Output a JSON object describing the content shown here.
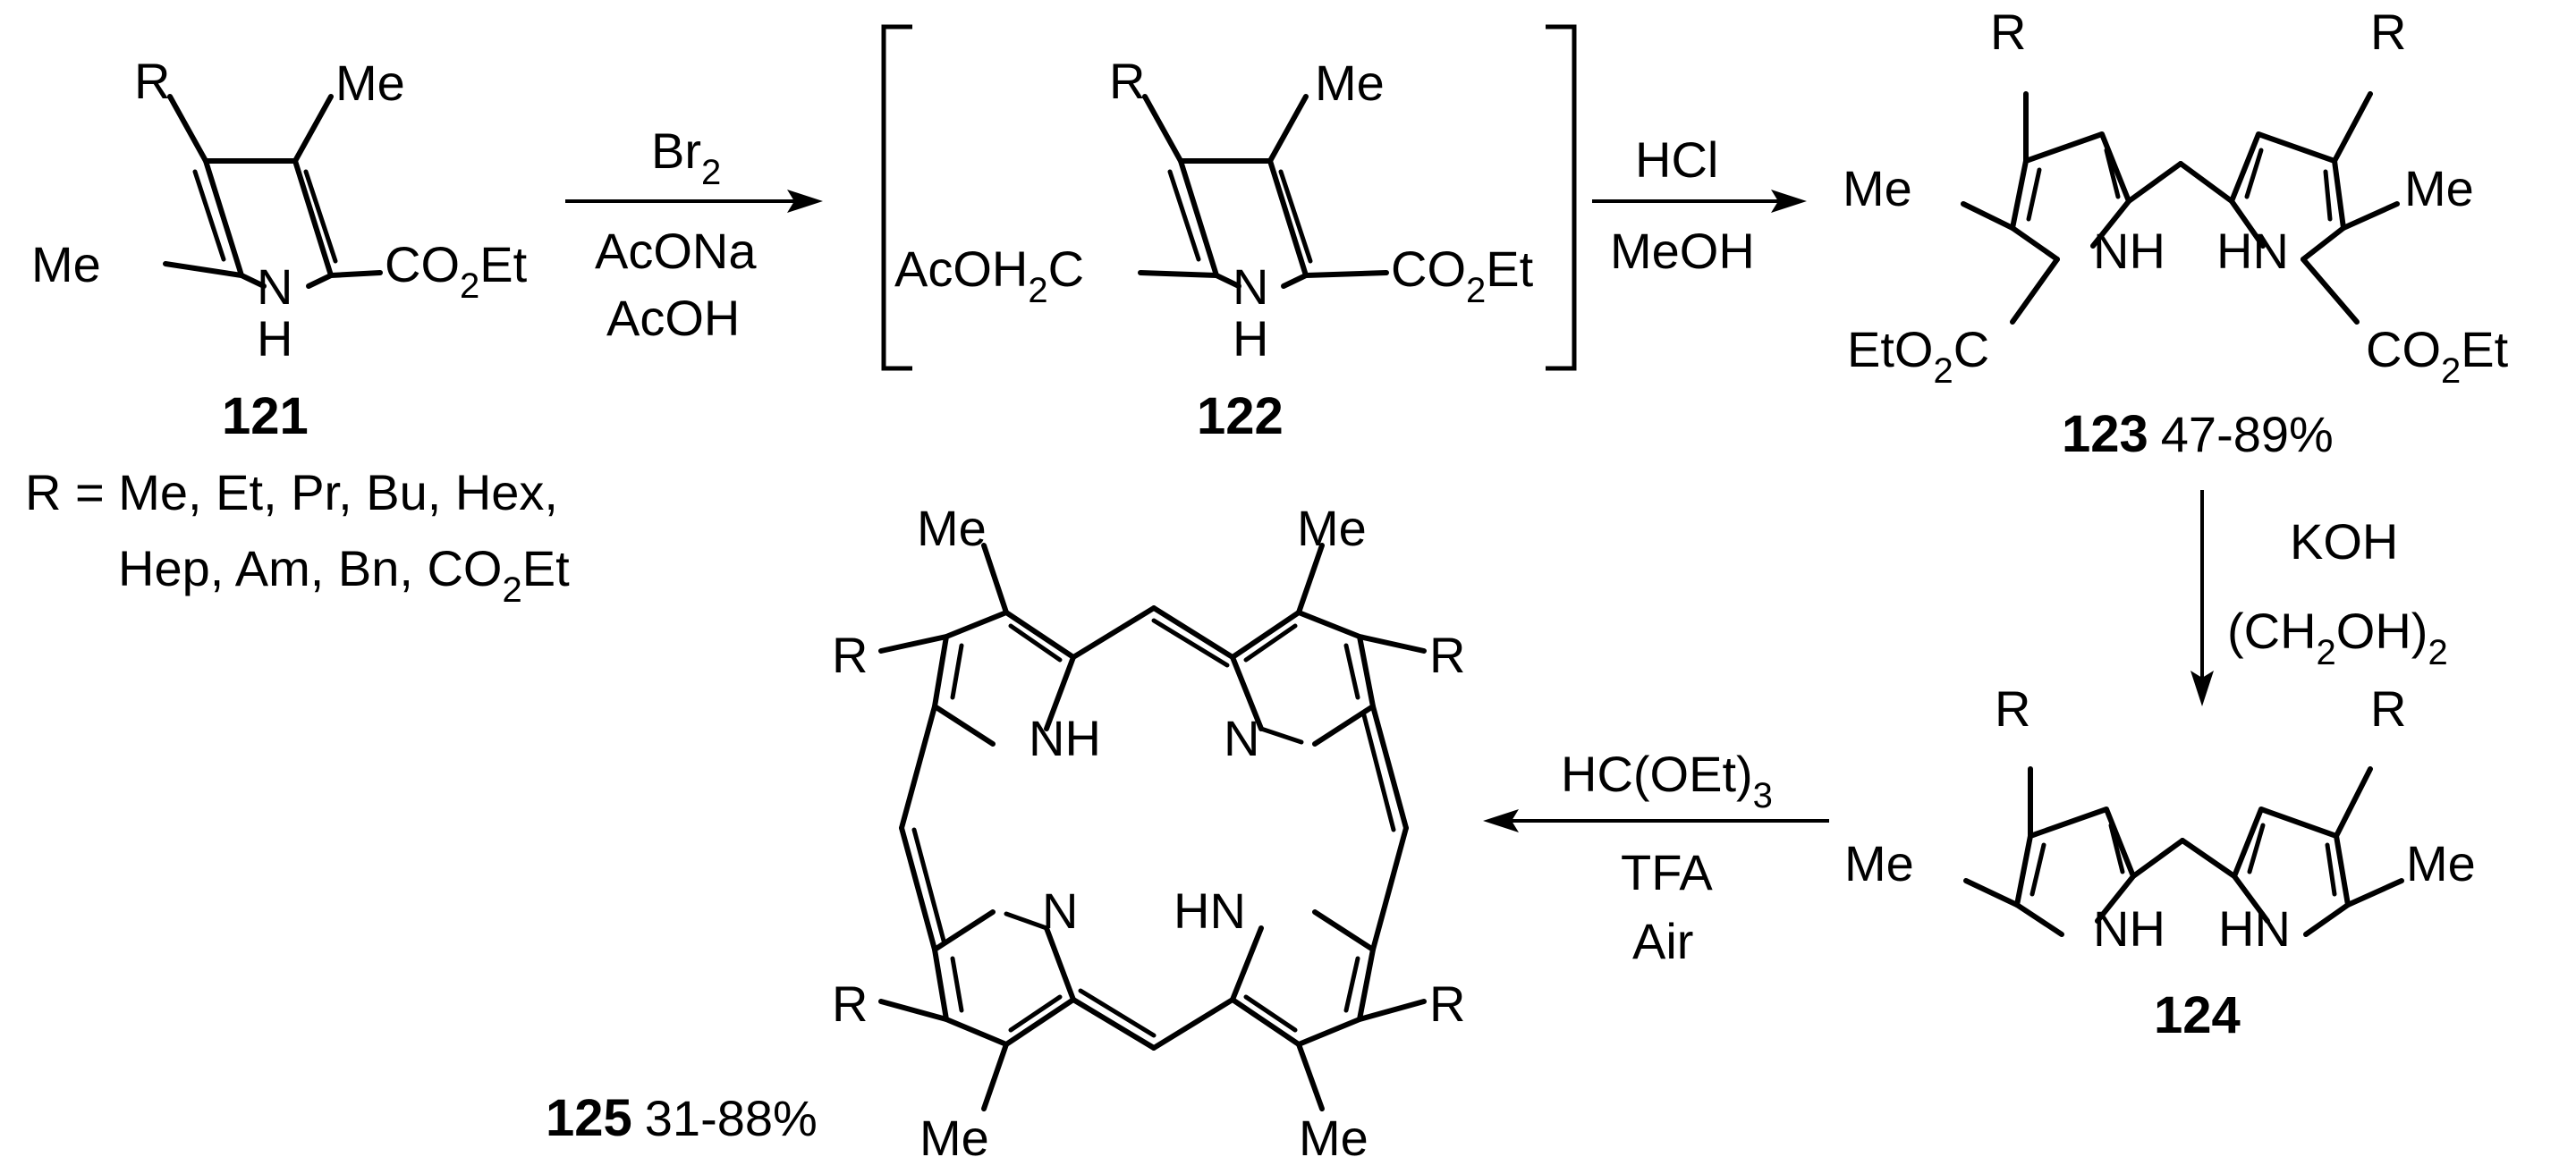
{
  "compounds": {
    "c121": {
      "number": "121",
      "labels": {
        "r": "R",
        "me_top": "Me",
        "me_left": "Me",
        "nh": "N",
        "h": "H",
        "ester": "CO",
        "ester_sub": "2",
        "ester_tail": "Et"
      },
      "r_groups_line1": "R = Me, Et, Pr, Bu, Hex,",
      "r_groups_line2a": "Hep, Am, Bn, CO",
      "r_groups_line2_sub": "2",
      "r_groups_line2b": "Et"
    },
    "c122": {
      "number": "122",
      "labels": {
        "r": "R",
        "me_top": "Me",
        "acoh2c_a": "AcOH",
        "acoh2c_sub": "2",
        "acoh2c_b": "C",
        "nh": "N",
        "h": "H",
        "ester": "CO",
        "ester_sub": "2",
        "ester_tail": "Et"
      }
    },
    "c123": {
      "number": "123",
      "yield": "47-89%",
      "labels": {
        "r": "R",
        "me": "Me",
        "nh": "NH",
        "hn": "HN",
        "eto2c_a": "EtO",
        "eto2c_sub": "2",
        "eto2c_b": "C",
        "ester": "CO",
        "ester_sub": "2",
        "ester_tail": "Et"
      }
    },
    "c124": {
      "number": "124",
      "labels": {
        "r": "R",
        "me": "Me",
        "nh": "NH",
        "hn": "HN"
      }
    },
    "c125": {
      "number": "125",
      "yield": "31-88%",
      "labels": {
        "r": "R",
        "me": "Me",
        "nh": "NH",
        "hn": "HN",
        "n": "N"
      }
    }
  },
  "reactions": {
    "step1": {
      "reagent1_a": "Br",
      "reagent1_sub": "2",
      "reagent2": "AcONa",
      "reagent3": "AcOH"
    },
    "step2": {
      "reagent1": "HCl",
      "reagent2": "MeOH"
    },
    "step3": {
      "reagent1": "KOH",
      "reagent2_a": "(CH",
      "reagent2_sub1": "2",
      "reagent2_b": "OH)",
      "reagent2_sub2": "2"
    },
    "step4": {
      "reagent1_a": "HC(OEt)",
      "reagent1_sub": "3",
      "reagent2": "TFA",
      "reagent3": "Air"
    }
  }
}
